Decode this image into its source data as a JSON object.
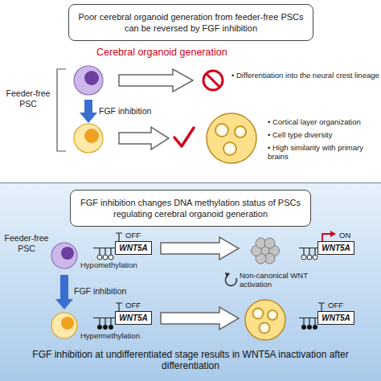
{
  "diagram": {
    "nodes": [
      {
        "text": [
          "Poor cerebral organoid generation from feeder-free PSCs can be reversed by FGF inhibition"
        ]
      },
      {
        "text": [
          "FGF inhibition changes DNA methylation status of PSCs regulating cerebral organoid generation"
        ]
      },
      {
        "text": [
          "OFF",
          "WNT5A"
        ]
      },
      {
        "text": [
          "ON",
          "WNT5A"
        ]
      },
      {
        "text": [
          "OFF",
          "WNT5A"
        ]
      },
      {
        "text": [
          "OFF",
          "WNT5A"
        ]
      }
    ],
    "labels": [
      "Cerebral organoid generation",
      "Feeder-free PSC",
      "FGF inhibition",
      "• Differentiation into the neural crest lineage",
      "• Cortical layer organization",
      "• Cell type diversity",
      "• High similarity with primary brains",
      "Feeder-free PSC",
      "Hypomethylation",
      "Non-canonical WNT activation",
      "FGF inhibition",
      "Hypermethylation",
      "FGF inhibition at undifferentiated stage results in WNT5A inactivation after differentiation"
    ]
  }
}
